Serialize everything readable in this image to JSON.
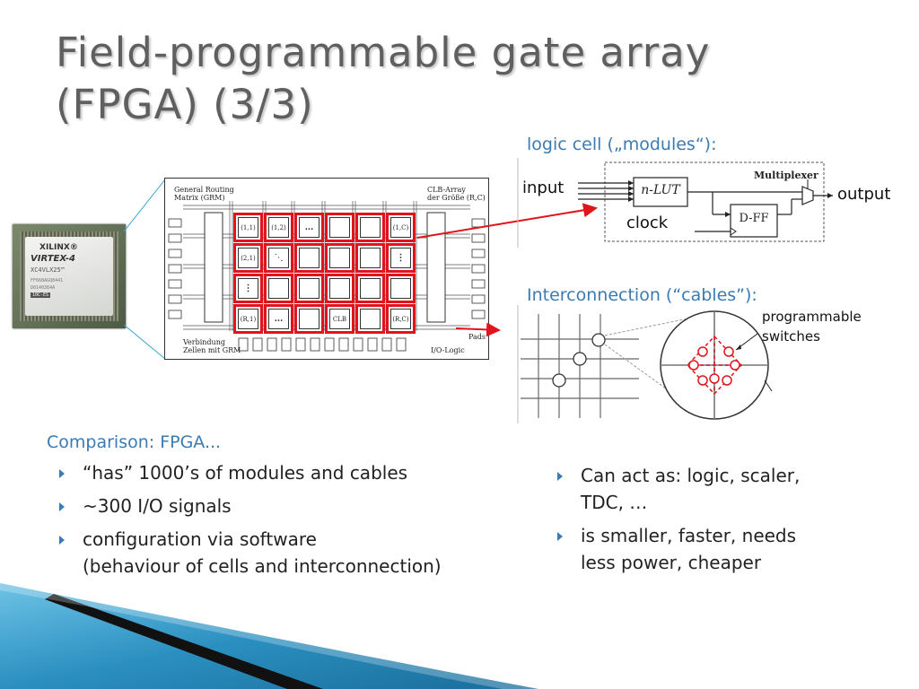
{
  "slide": {
    "title_line1": "Field-programmable gate array",
    "title_line2": "(FPGA) (3/3)"
  },
  "chip": {
    "brand": "XILINX®",
    "model": "VIRTEX-4",
    "part": "XC4VLX25™",
    "codes": [
      "FF668AGQ0441",
      "D0140384A",
      "10C-ES"
    ]
  },
  "fpga_diagram": {
    "label_grm": [
      "General Routing",
      "Matrix (GRM)"
    ],
    "label_clb_array": [
      "CLB-Array",
      "der Größe (R,C)"
    ],
    "label_connection": [
      "Verbindung",
      "Zellen mit GRM"
    ],
    "label_pads": "Pads",
    "label_io": "I/O-Logic",
    "cells": [
      [
        "(1,1)",
        "(1,2)",
        "...",
        "",
        "",
        "(1,C)"
      ],
      [
        "(2,1)",
        "⋱",
        "",
        "",
        "",
        "⋮"
      ],
      [
        "⋮",
        "",
        "",
        "",
        "",
        ""
      ],
      [
        "(R,1)",
        "...",
        "",
        "CLB",
        "",
        "(R,C)"
      ]
    ]
  },
  "logic_cell": {
    "heading": "logic cell („modules“):",
    "input_label": "input",
    "output_label": "output",
    "clock_label": "clock",
    "lut_label": "n-LUT",
    "dff_label": "D-FF",
    "mux_label": "Multiplexer"
  },
  "interconnect": {
    "heading": "Interconnection (“cables”):",
    "switch_label_line1": "programmable",
    "switch_label_line2": "switches"
  },
  "comparison": {
    "heading": "Comparison: FPGA...",
    "left_bullets": [
      {
        "lines": [
          "“has” 1000’s of modules and cables"
        ]
      },
      {
        "lines": [
          "~300 I/O signals"
        ]
      },
      {
        "lines": [
          "configuration via software",
          "(behaviour of cells and interconnection)"
        ]
      }
    ],
    "right_bullets": [
      {
        "lines": [
          "Can act as: logic, scaler,",
          "TDC, …"
        ]
      },
      {
        "lines": [
          "is smaller, faster, needs",
          "less power, cheaper"
        ]
      }
    ]
  },
  "colors": {
    "accent_blue": "#3a7bb4",
    "title_gray": "#5f5f5f",
    "highlight_red": "#e0141a",
    "footer_blue": "#2a8fc0"
  }
}
